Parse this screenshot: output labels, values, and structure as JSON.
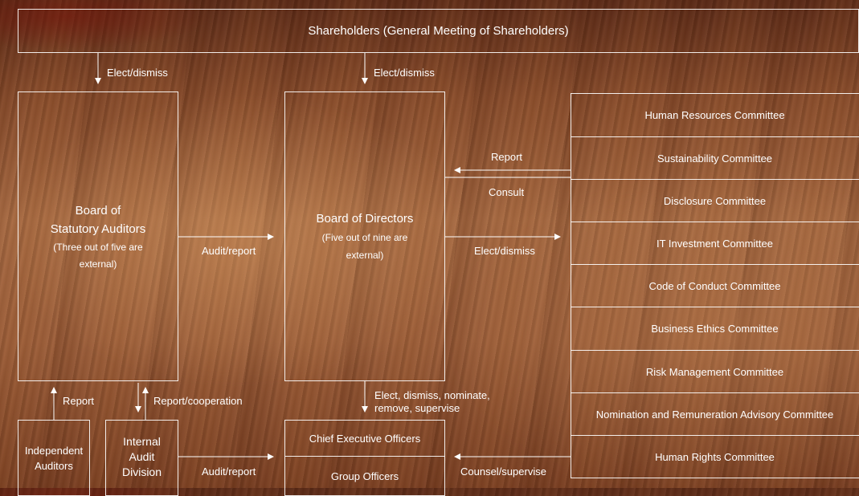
{
  "shareholders": "Shareholders (General Meeting of Shareholders)",
  "labels": {
    "elect_dismiss_left": "Elect/dismiss",
    "elect_dismiss_center": "Elect/dismiss",
    "audit_report_top": "Audit/report",
    "elect_dismiss_committees": "Elect/dismiss",
    "report": "Report",
    "consult": "Consult",
    "report_ind": "Report",
    "report_cooperation": "Report/cooperation",
    "elect_dismiss_nominate_1": "Elect, dismiss, nominate,",
    "elect_dismiss_nominate_2": "remove, supervise",
    "audit_report_bottom": "Audit/report",
    "counsel_supervise": "Counsel/supervise"
  },
  "auditors": {
    "title_1": "Board of",
    "title_2": "Statutory Auditors",
    "sub_1": "(Three out of five are",
    "sub_2": "external)"
  },
  "directors": {
    "title": "Board of Directors",
    "sub_1": "(Five out of nine are",
    "sub_2": "external)"
  },
  "independent": {
    "line_1": "Independent",
    "line_2": "Auditors"
  },
  "internal": {
    "line_1": "Internal",
    "line_2": "Audit",
    "line_3": "Division"
  },
  "officers": {
    "ceo": "Chief Executive Officers",
    "group": "Group Officers"
  },
  "committees": [
    "Human Resources Committee",
    "Sustainability Committee",
    "Disclosure Committee",
    "IT Investment Committee",
    "Code of Conduct Committee",
    "Business Ethics Committee",
    "Risk Management Committee",
    "Nomination and Remuneration Advisory Committee",
    "Human Rights Committee"
  ]
}
